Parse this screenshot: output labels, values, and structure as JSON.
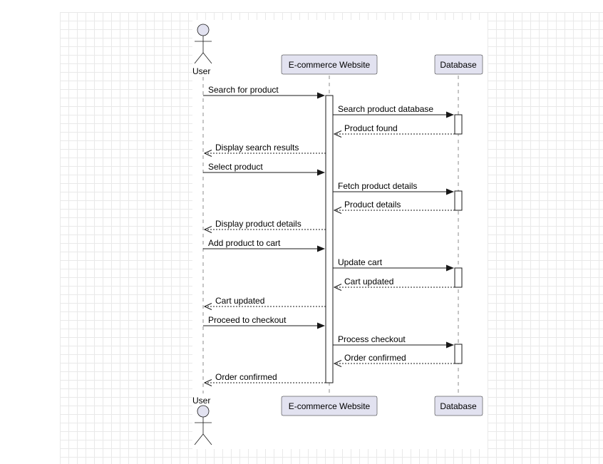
{
  "colors": {
    "participant_fill": "#e2e2f0",
    "line": "#181818",
    "grid": "#e9e9e9"
  },
  "participants": [
    {
      "id": "user",
      "kind": "actor",
      "label": "User"
    },
    {
      "id": "web",
      "kind": "participant",
      "label": "E-commerce Website"
    },
    {
      "id": "db",
      "kind": "participant",
      "label": "Database"
    }
  ],
  "messages": [
    {
      "from": "user",
      "to": "web",
      "style": "solid",
      "label": "Search for product"
    },
    {
      "from": "web",
      "to": "db",
      "style": "solid",
      "label": "Search product database"
    },
    {
      "from": "db",
      "to": "web",
      "style": "dashed",
      "label": "Product found"
    },
    {
      "from": "web",
      "to": "user",
      "style": "dashed",
      "label": "Display search results"
    },
    {
      "from": "user",
      "to": "web",
      "style": "solid",
      "label": "Select product"
    },
    {
      "from": "web",
      "to": "db",
      "style": "solid",
      "label": "Fetch product details"
    },
    {
      "from": "db",
      "to": "web",
      "style": "dashed",
      "label": "Product details"
    },
    {
      "from": "web",
      "to": "user",
      "style": "dashed",
      "label": "Display product details"
    },
    {
      "from": "user",
      "to": "web",
      "style": "solid",
      "label": "Add product to cart"
    },
    {
      "from": "web",
      "to": "db",
      "style": "solid",
      "label": "Update cart"
    },
    {
      "from": "db",
      "to": "web",
      "style": "dashed",
      "label": "Cart updated"
    },
    {
      "from": "web",
      "to": "user",
      "style": "dashed",
      "label": "Cart updated"
    },
    {
      "from": "user",
      "to": "web",
      "style": "solid",
      "label": "Proceed to checkout"
    },
    {
      "from": "web",
      "to": "db",
      "style": "solid",
      "label": "Process checkout"
    },
    {
      "from": "db",
      "to": "web",
      "style": "dashed",
      "label": "Order confirmed"
    },
    {
      "from": "web",
      "to": "user",
      "style": "dashed",
      "label": "Order confirmed"
    }
  ]
}
